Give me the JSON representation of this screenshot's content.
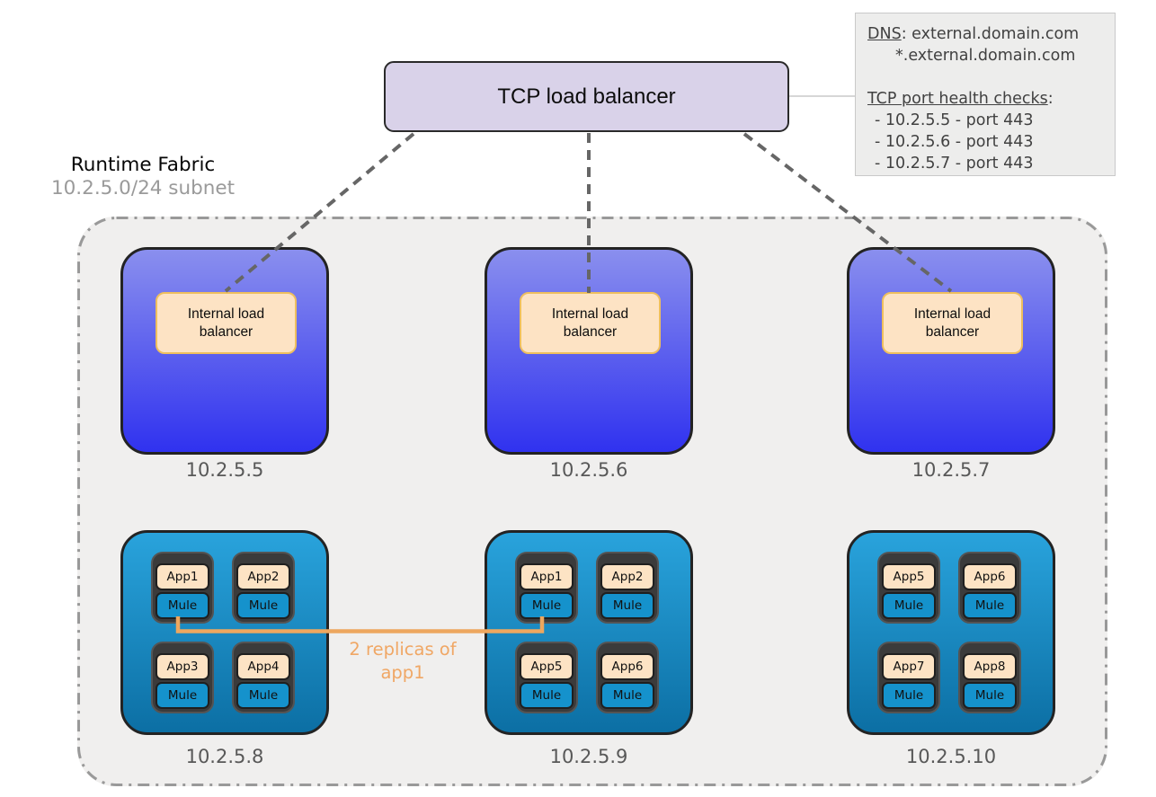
{
  "tcp_lb": {
    "label": "TCP load balancer"
  },
  "info_box": {
    "dns_label": "DNS",
    "dns_rest": ": external.domain.com",
    "dns_line2": "*.external.domain.com",
    "health_label": "TCP port health checks",
    "health_colon": ":",
    "health_items": [
      "- 10.2.5.5 - port 443",
      "- 10.2.5.6 - port 443",
      "- 10.2.5.7 - port 443"
    ]
  },
  "fabric": {
    "title": "Runtime Fabric",
    "subnet": "10.2.5.0/24 subnet"
  },
  "internal_lb_label": "Internal load balancer",
  "lb_nodes": [
    {
      "ip": "10.2.5.5"
    },
    {
      "ip": "10.2.5.6"
    },
    {
      "ip": "10.2.5.7"
    }
  ],
  "worker_nodes": [
    {
      "ip": "10.2.5.8",
      "cells": [
        {
          "app": "App1",
          "runtime": "Mule"
        },
        {
          "app": "App2",
          "runtime": "Mule"
        },
        {
          "app": "App3",
          "runtime": "Mule"
        },
        {
          "app": "App4",
          "runtime": "Mule"
        }
      ]
    },
    {
      "ip": "10.2.5.9",
      "cells": [
        {
          "app": "App1",
          "runtime": "Mule"
        },
        {
          "app": "App2",
          "runtime": "Mule"
        },
        {
          "app": "App5",
          "runtime": "Mule"
        },
        {
          "app": "App6",
          "runtime": "Mule"
        }
      ]
    },
    {
      "ip": "10.2.5.10",
      "cells": [
        {
          "app": "App5",
          "runtime": "Mule"
        },
        {
          "app": "App6",
          "runtime": "Mule"
        },
        {
          "app": "App7",
          "runtime": "Mule"
        },
        {
          "app": "App8",
          "runtime": "Mule"
        }
      ]
    }
  ],
  "replica_note": {
    "text": "2 replicas of app1"
  },
  "colors": {
    "accent_orange": "#eda75f",
    "lb_node_gradient_top": "#8a8fee",
    "lb_node_gradient_bottom": "#3032ef",
    "worker_gradient_top": "#29a3dc",
    "worker_gradient_bottom": "#0c6fa4",
    "internal_lb_bg": "#fde3c4",
    "internal_lb_border": "#eebf5e",
    "tcp_lb_bg": "#d9d2e9",
    "mule_chip_bg": "#1592cc",
    "connector_gray": "#666666",
    "fabric_bg": "#f0efee"
  }
}
